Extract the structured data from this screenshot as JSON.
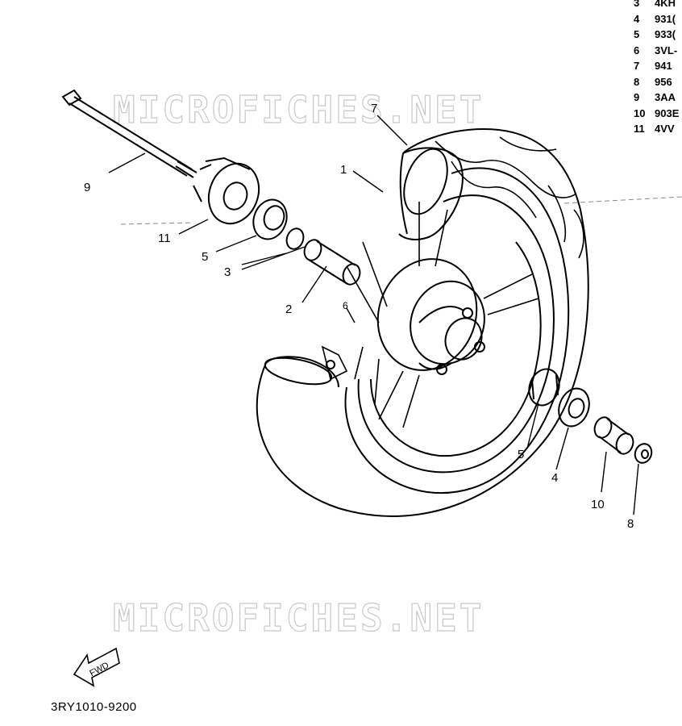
{
  "watermark": "MICROFICHES.NET",
  "diagram_code": "3RY1010-9200",
  "fwd_label": "FWD",
  "part_list": [
    {
      "no": "3",
      "code": "4KH"
    },
    {
      "no": "4",
      "code": "931("
    },
    {
      "no": "5",
      "code": "933("
    },
    {
      "no": "6",
      "code": "3VL-"
    },
    {
      "no": "7",
      "code": "941"
    },
    {
      "no": "8",
      "code": "956"
    },
    {
      "no": "9",
      "code": "3AA"
    },
    {
      "no": "10",
      "code": "903E"
    },
    {
      "no": "11",
      "code": "4VV"
    }
  ],
  "callouts": {
    "c1": "1",
    "c2": "2",
    "c3": "3",
    "c4": "4",
    "c5a": "5",
    "c5b": "5",
    "c6": "6",
    "c7": "7",
    "c8": "8",
    "c9": "9",
    "c10": "10",
    "c11": "11"
  }
}
